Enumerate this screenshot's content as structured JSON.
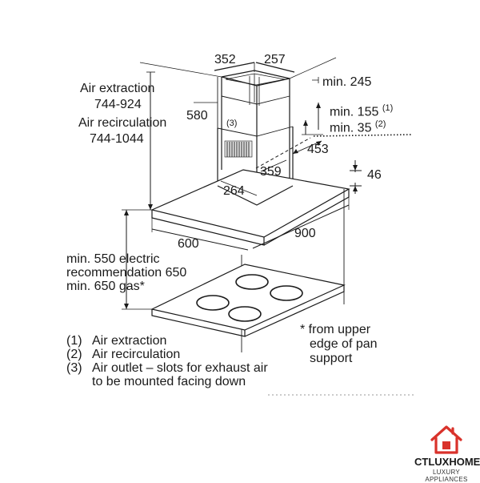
{
  "labels": {
    "air_extraction": "Air extraction",
    "air_extraction_range": "744-924",
    "air_recirculation": "Air recirculation",
    "air_recirculation_range": "744-1044",
    "dim_352": "352",
    "dim_257": "257",
    "dim_580": "580",
    "dim_min245": "min. 245",
    "dim_min155": "min. 155",
    "ref_1": "(1)",
    "dim_min35": "min. 35",
    "ref_2": "(2)",
    "ref_3": "(3)",
    "dim_453": "453",
    "dim_359": "359",
    "dim_46": "46",
    "dim_264": "264",
    "dim_600": "600",
    "dim_900": "900",
    "min_550": "min. 550 electric",
    "recommendation": "recommendation 650",
    "min_650_gas": "min. 650 gas*",
    "pan_support_1": "* from upper",
    "pan_support_2": "edge of pan",
    "pan_support_3": "support"
  },
  "legend": [
    {
      "num": "(1)",
      "text": "Air extraction"
    },
    {
      "num": "(2)",
      "text": "Air recirculation"
    },
    {
      "num": "(3)",
      "text": "Air outlet – slots for exhaust air"
    },
    {
      "num": "",
      "text": "to be mounted facing down"
    }
  ],
  "logo": {
    "brand": "CTLUXHOME",
    "tagline": "LUXURY APPLIANCES",
    "color": "#d9322b"
  }
}
